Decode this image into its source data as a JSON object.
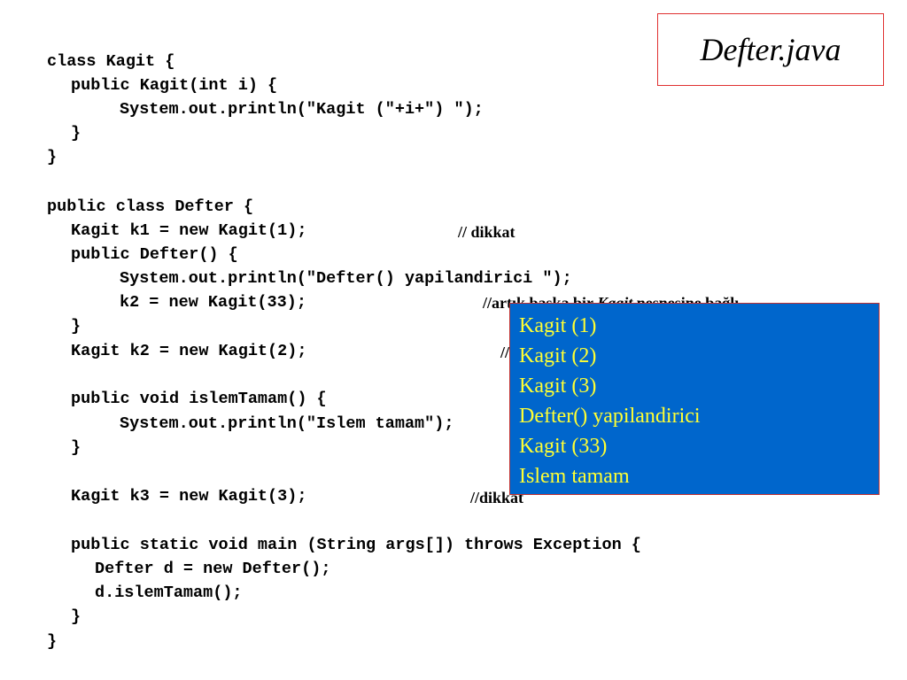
{
  "title": "Defter.java",
  "code_lines": [
    "class Kagit {",
    "public Kagit(int i) {",
    "System.out.println(\"Kagit (\"+i+\") \");",
    "}",
    "}",
    "public class Defter {",
    "Kagit k1 = new Kagit(1);",
    "public Defter() {",
    "System.out.println(\"Defter() yapilandirici \");",
    "k2 = new Kagit(33);",
    "}",
    "Kagit k2 = new Kagit(2);",
    "public void islemTamam() {",
    "System.out.println(\"Islem tamam\");",
    "}",
    "Kagit k3 = new Kagit(3);",
    "public static void main (String args[]) throws Exception {",
    "Defter d = new Defter();",
    "d.islemTamam();",
    "}",
    "}"
  ],
  "comments": {
    "k1": "// dikkat",
    "k2_prefix": "//artık başka bir ",
    "k2_italic": "Kagit",
    "k2_suffix": " nesnesine bağlı",
    "k2_decl": "//",
    "k3": "//dikkat"
  },
  "output": {
    "lines": [
      "Kagit (1)",
      "Kagit (2)",
      "Kagit (3)",
      "Defter() yapilandirici",
      "Kagit (33)",
      "Islem tamam"
    ]
  },
  "colors": {
    "output_background": "#0066cc",
    "output_text": "#ffff33",
    "title_border": "#e03030",
    "output_border": "#c03030"
  }
}
